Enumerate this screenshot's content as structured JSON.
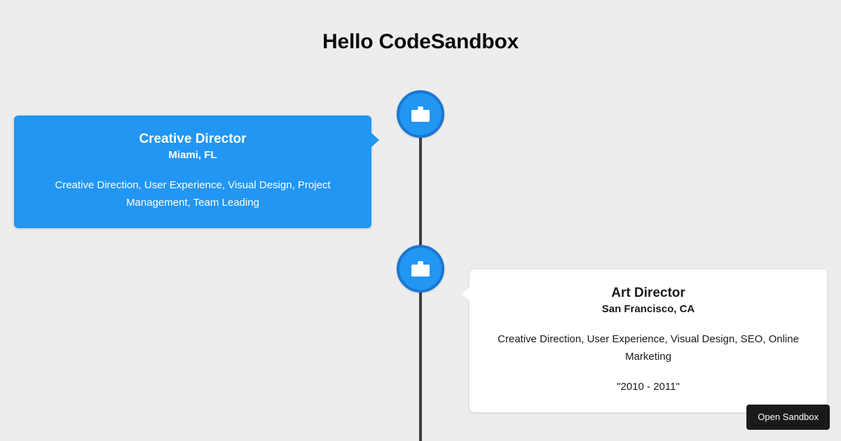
{
  "page": {
    "title": "Hello CodeSandbox",
    "background_color": "#ededed",
    "accent_color": "#2196f3",
    "accent_dark_color": "#1b77d2",
    "spine_color": "#3d3d3d"
  },
  "timeline": {
    "nodes": [
      {
        "icon": "briefcase-icon"
      },
      {
        "icon": "briefcase-icon"
      }
    ],
    "entries": [
      {
        "side": "left",
        "title": "Creative Director",
        "subtitle": "Miami, FL",
        "body": "Creative Direction, User Experience, Visual Design, Project Management, Team Leading",
        "date": "",
        "background_color": "#2196f3",
        "text_color": "#ffffff"
      },
      {
        "side": "right",
        "title": "Art Director",
        "subtitle": "San Francisco, CA",
        "body": "Creative Direction, User Experience, Visual Design, SEO, Online Marketing",
        "date": "\"2010 - 2011\"",
        "background_color": "#ffffff",
        "text_color": "#1a1a1a"
      }
    ]
  },
  "open_sandbox": {
    "label": "Open Sandbox"
  }
}
